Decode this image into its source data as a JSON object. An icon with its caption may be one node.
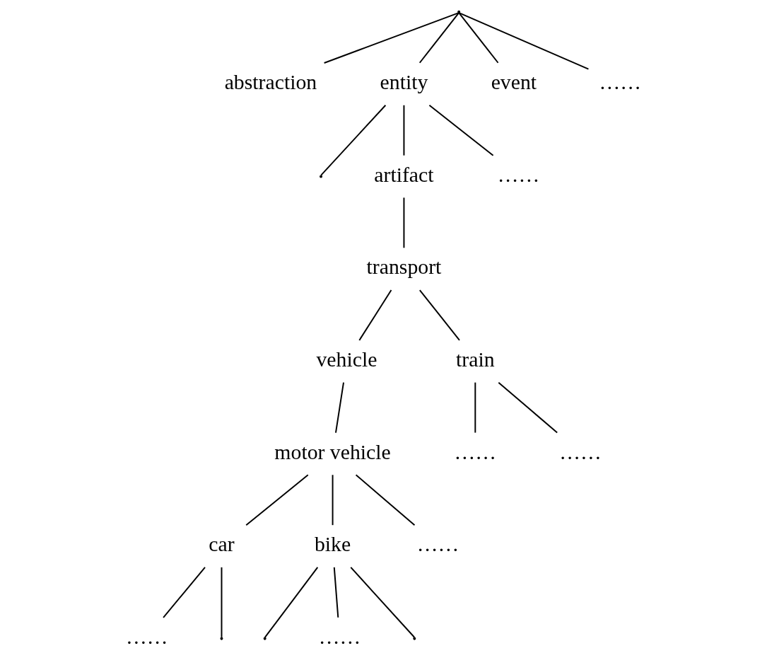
{
  "diagram": {
    "nodes": [
      {
        "text": [],
        "shape": "point"
      },
      {
        "text": [
          "abstraction"
        ]
      },
      {
        "text": [
          "entity"
        ]
      },
      {
        "text": [
          "event"
        ]
      },
      {
        "text": [
          "……"
        ]
      },
      {
        "text": [],
        "shape": "point"
      },
      {
        "text": [
          "artifact"
        ]
      },
      {
        "text": [
          "……"
        ]
      },
      {
        "text": [
          "transport"
        ]
      },
      {
        "text": [
          "vehicle"
        ]
      },
      {
        "text": [
          "train"
        ]
      },
      {
        "text": [
          "motor vehicle"
        ]
      },
      {
        "text": [
          "……"
        ]
      },
      {
        "text": [
          "……"
        ]
      },
      {
        "text": [
          "car"
        ]
      },
      {
        "text": [
          "bike"
        ]
      },
      {
        "text": [
          "……"
        ]
      },
      {
        "text": [
          "……"
        ]
      },
      {
        "text": [],
        "shape": "point"
      },
      {
        "text": [],
        "shape": "point"
      },
      {
        "text": [
          "……"
        ]
      },
      {
        "text": [],
        "shape": "point"
      }
    ],
    "edges": [
      {
        "from": 0,
        "to": 1,
        "arrow": "none"
      },
      {
        "from": 0,
        "to": 2,
        "arrow": "none"
      },
      {
        "from": 0,
        "to": 3,
        "arrow": "none"
      },
      {
        "from": 0,
        "to": 4,
        "arrow": "none"
      },
      {
        "from": 2,
        "to": 5,
        "arrow": "none"
      },
      {
        "from": 2,
        "to": 6,
        "arrow": "none"
      },
      {
        "from": 2,
        "to": 7,
        "arrow": "none"
      },
      {
        "from": 6,
        "to": 8,
        "arrow": "none"
      },
      {
        "from": 8,
        "to": 9,
        "arrow": "none"
      },
      {
        "from": 8,
        "to": 10,
        "arrow": "none"
      },
      {
        "from": 9,
        "to": 11,
        "arrow": "none"
      },
      {
        "from": 10,
        "to": 12,
        "arrow": "none"
      },
      {
        "from": 10,
        "to": 13,
        "arrow": "none"
      },
      {
        "from": 11,
        "to": 14,
        "arrow": "none"
      },
      {
        "from": 11,
        "to": 15,
        "arrow": "none"
      },
      {
        "from": 11,
        "to": 16,
        "arrow": "none"
      },
      {
        "from": 14,
        "to": 17,
        "arrow": "none"
      },
      {
        "from": 14,
        "to": 18,
        "arrow": "none"
      },
      {
        "from": 15,
        "to": 19,
        "arrow": "none"
      },
      {
        "from": 15,
        "to": 20,
        "arrow": "none"
      },
      {
        "from": 15,
        "to": 21,
        "arrow": "none"
      }
    ]
  }
}
